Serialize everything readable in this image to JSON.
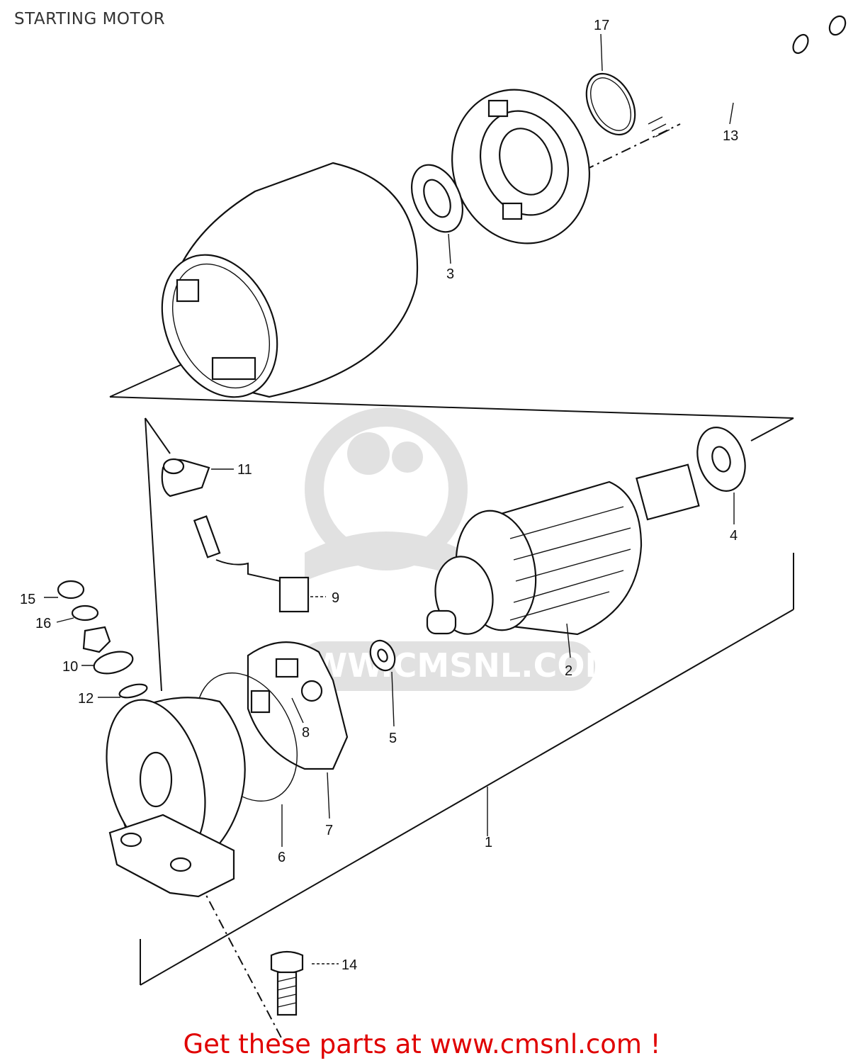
{
  "title": "STARTING MOTOR",
  "footer": "Get these parts at www.cmsnl.com !",
  "watermark": "WWW.CMSNL.COM",
  "callouts": [
    {
      "id": "c17",
      "label": "17"
    },
    {
      "id": "c13",
      "label": "13"
    },
    {
      "id": "c3",
      "label": "3"
    },
    {
      "id": "c11",
      "label": "11"
    },
    {
      "id": "c4",
      "label": "4"
    },
    {
      "id": "c15",
      "label": "15"
    },
    {
      "id": "c9",
      "label": "9"
    },
    {
      "id": "c16",
      "label": "16"
    },
    {
      "id": "c10",
      "label": "10"
    },
    {
      "id": "c2",
      "label": "2"
    },
    {
      "id": "c12",
      "label": "12"
    },
    {
      "id": "c8",
      "label": "8"
    },
    {
      "id": "c5",
      "label": "5"
    },
    {
      "id": "c7",
      "label": "7"
    },
    {
      "id": "c1",
      "label": "1"
    },
    {
      "id": "c6",
      "label": "6"
    },
    {
      "id": "c14",
      "label": "14"
    }
  ]
}
